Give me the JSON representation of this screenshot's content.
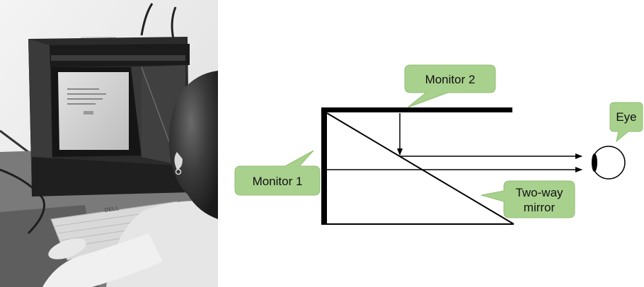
{
  "photo": {
    "keyboard_brand": "DELL",
    "colors": {
      "wall": "#f2f2f2",
      "housing": "#2a2a2a",
      "screen": "#d6d6d6",
      "desk": "#6f6f6f"
    }
  },
  "diagram": {
    "labels": {
      "monitor2": "Monitor 2",
      "monitor1": "Monitor 1",
      "eye": "Eye",
      "mirror_line1": "Two-way",
      "mirror_line2": "mirror"
    },
    "colors": {
      "callout_fill": "#a9d18e",
      "callout_stroke": "#8fbf72",
      "line": "#000000"
    }
  }
}
